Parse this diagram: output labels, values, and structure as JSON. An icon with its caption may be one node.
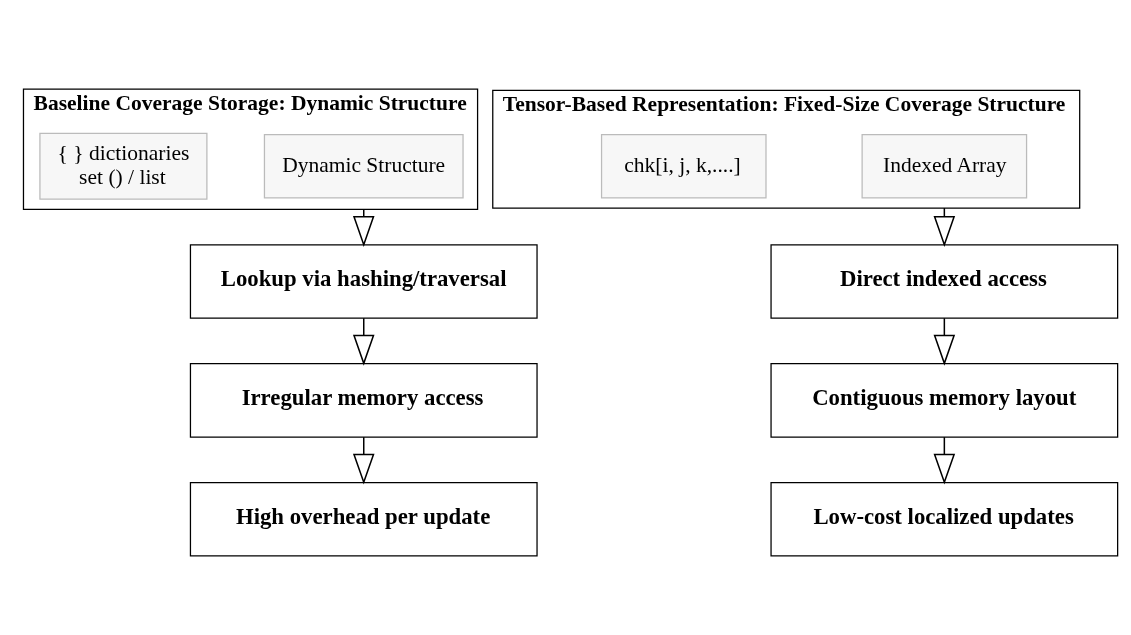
{
  "diagram": {
    "nodes": [
      {
        "text": [
          "Baseline Coverage Storage: Dynamic Structure"
        ]
      },
      {
        "text": [
          "Dynamic Structure"
        ],
        "in": 0
      },
      {
        "text": [
          "{ } dictionaries",
          "set () / list"
        ],
        "in": 0
      },
      {
        "text": [
          "Lookup via hashing/traversal"
        ]
      },
      {
        "text": [
          "Irregular memory access"
        ]
      },
      {
        "text": [
          "High overhead per update"
        ]
      },
      {
        "text": [
          "Tensor-Based Representation: Fixed-Size Coverage Structure"
        ]
      },
      {
        "text": [
          "Indexed Array"
        ],
        "in": 6
      },
      {
        "text": [
          "chk[i, j, k,....]"
        ],
        "in": 6
      },
      {
        "text": [
          "Direct indexed access"
        ]
      },
      {
        "text": [
          "Contiguous memory layout"
        ]
      },
      {
        "text": [
          "Low-cost localized updates"
        ]
      }
    ],
    "edges": [
      {
        "from": 0,
        "to": 3,
        "arrow": "to"
      },
      {
        "from": 3,
        "to": 4,
        "arrow": "to"
      },
      {
        "from": 4,
        "to": 5,
        "arrow": "to"
      },
      {
        "from": 6,
        "to": 9,
        "arrow": "to"
      },
      {
        "from": 9,
        "to": 10,
        "arrow": "to"
      },
      {
        "from": 10,
        "to": 11,
        "arrow": "to"
      }
    ]
  }
}
